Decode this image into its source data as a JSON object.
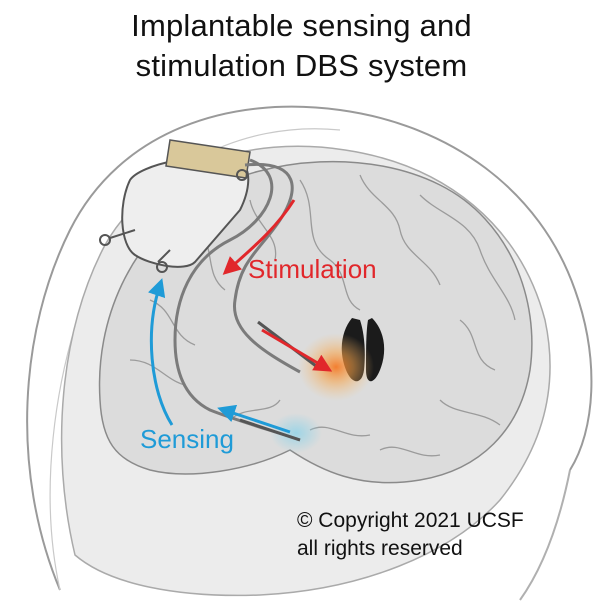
{
  "title": {
    "line1": "Implantable sensing and",
    "line2": "stimulation DBS system"
  },
  "labels": {
    "stimulation": "Stimulation",
    "sensing": "Sensing"
  },
  "copyright": {
    "line1": "© Copyright 2021 UCSF",
    "line2": "all rights reserved"
  },
  "colors": {
    "stimulation": "#e1272b",
    "sensing": "#1f9bd7",
    "glow": "#f28c28"
  }
}
